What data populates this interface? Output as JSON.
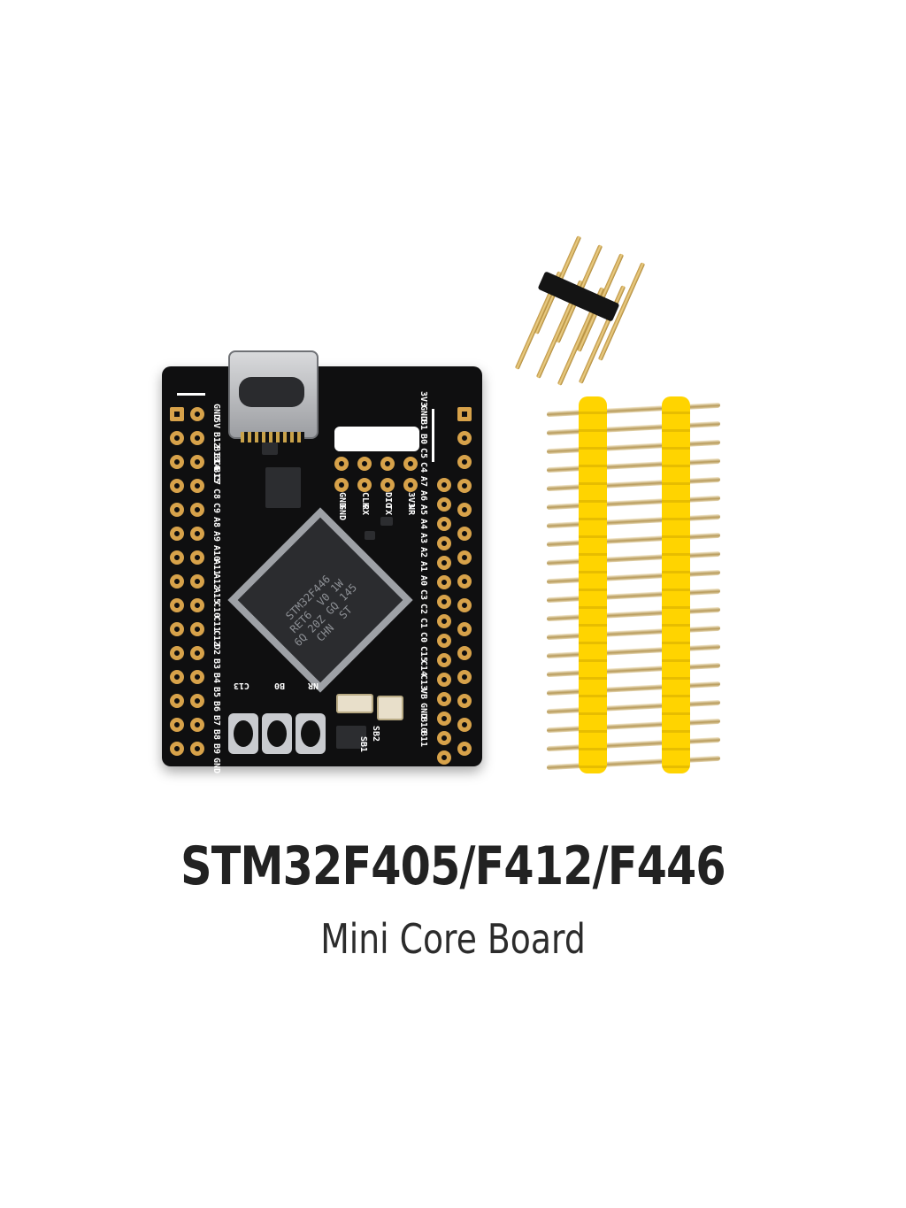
{
  "caption": {
    "title": "STM32F405/F412/F446",
    "subtitle": "Mini Core Board"
  },
  "board": {
    "chip_marking": "STM32F446\nRET6  V0 1W\n6Q 20Z GQ 145\nCHN  ST",
    "left_labels": [
      "GND",
      "5V",
      "B12 B14",
      "B13 B15",
      "C6",
      "C7",
      "C8",
      "C9",
      "A8",
      "A9",
      "A10",
      "A11",
      "A12",
      "A15",
      "C10",
      "C11",
      "C12",
      "D2",
      "B3",
      "B4",
      "B5",
      "B6",
      "B7",
      "B8",
      "B9",
      "GND"
    ],
    "top_labels": [
      "3V3",
      "DIO",
      "CLK",
      "GND",
      "NR",
      "TX",
      "RX",
      "GND"
    ],
    "right_labels": [
      "3V3",
      "GND",
      "B1",
      "B0",
      "C5",
      "C4",
      "A7",
      "A6",
      "A5",
      "A4",
      "A3",
      "A2",
      "A1",
      "A0",
      "C3",
      "C2",
      "C1",
      "C0",
      "C15",
      "C14",
      "C13",
      "VB",
      "GND",
      "B10",
      "B11"
    ],
    "button_labels": [
      "C13",
      "B0",
      "NR"
    ],
    "jumper_labels": [
      "SB2",
      "SB1"
    ]
  },
  "objects": [
    "usb-c-connector",
    "mcu-chip",
    "push-buttons",
    "pin-header-2x4",
    "pin-header-1x20-pair"
  ],
  "colors": {
    "board": "#0f0f10",
    "pad": "#d7a24a",
    "header_plastic": "#ffd400",
    "text": "#222222"
  }
}
